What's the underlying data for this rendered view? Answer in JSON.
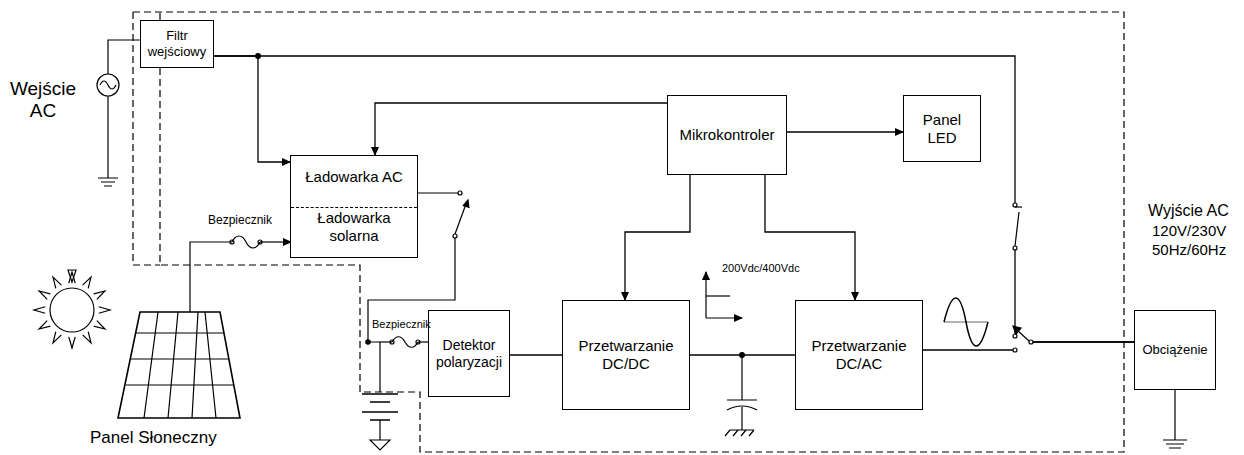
{
  "diagram": {
    "nodes": [
      {
        "text": [
          "Filtr wejściowy"
        ]
      },
      {
        "text": [
          "Ładowarka AC",
          "Ładowarka solarna"
        ]
      },
      {
        "text": [
          "Mikrokontroler"
        ]
      },
      {
        "text": [
          "Panel LED"
        ]
      },
      {
        "text": [
          "Detektor polaryzacji"
        ]
      },
      {
        "text": [
          "Przetwarzanie DC/DC"
        ]
      },
      {
        "text": [
          "Przetwarzanie DC/AC"
        ]
      },
      {
        "text": [
          "Obciążenie"
        ]
      }
    ],
    "edges": [
      {
        "from": 0,
        "to": 1,
        "arrow": "to"
      },
      {
        "from": 0,
        "to": 7,
        "arrow": "none"
      },
      {
        "from": 2,
        "to": 1,
        "arrow": "to"
      },
      {
        "from": 2,
        "to": 3,
        "arrow": "to"
      },
      {
        "from": 2,
        "to": 5,
        "arrow": "to"
      },
      {
        "from": 2,
        "to": 6,
        "arrow": "to"
      },
      {
        "from": 4,
        "to": 5,
        "arrow": "none"
      },
      {
        "from": 5,
        "to": 6,
        "arrow": "none"
      },
      {
        "from": 6,
        "to": 7,
        "arrow": "none"
      }
    ],
    "labels": [
      "Wejście AC",
      "Bezpiecznik",
      "Panel Słoneczny",
      "Bezpiecznik",
      "200Vdc/400Vdc",
      "Wyjście AC",
      "120V/230V",
      "50Hz/60Hz"
    ]
  }
}
